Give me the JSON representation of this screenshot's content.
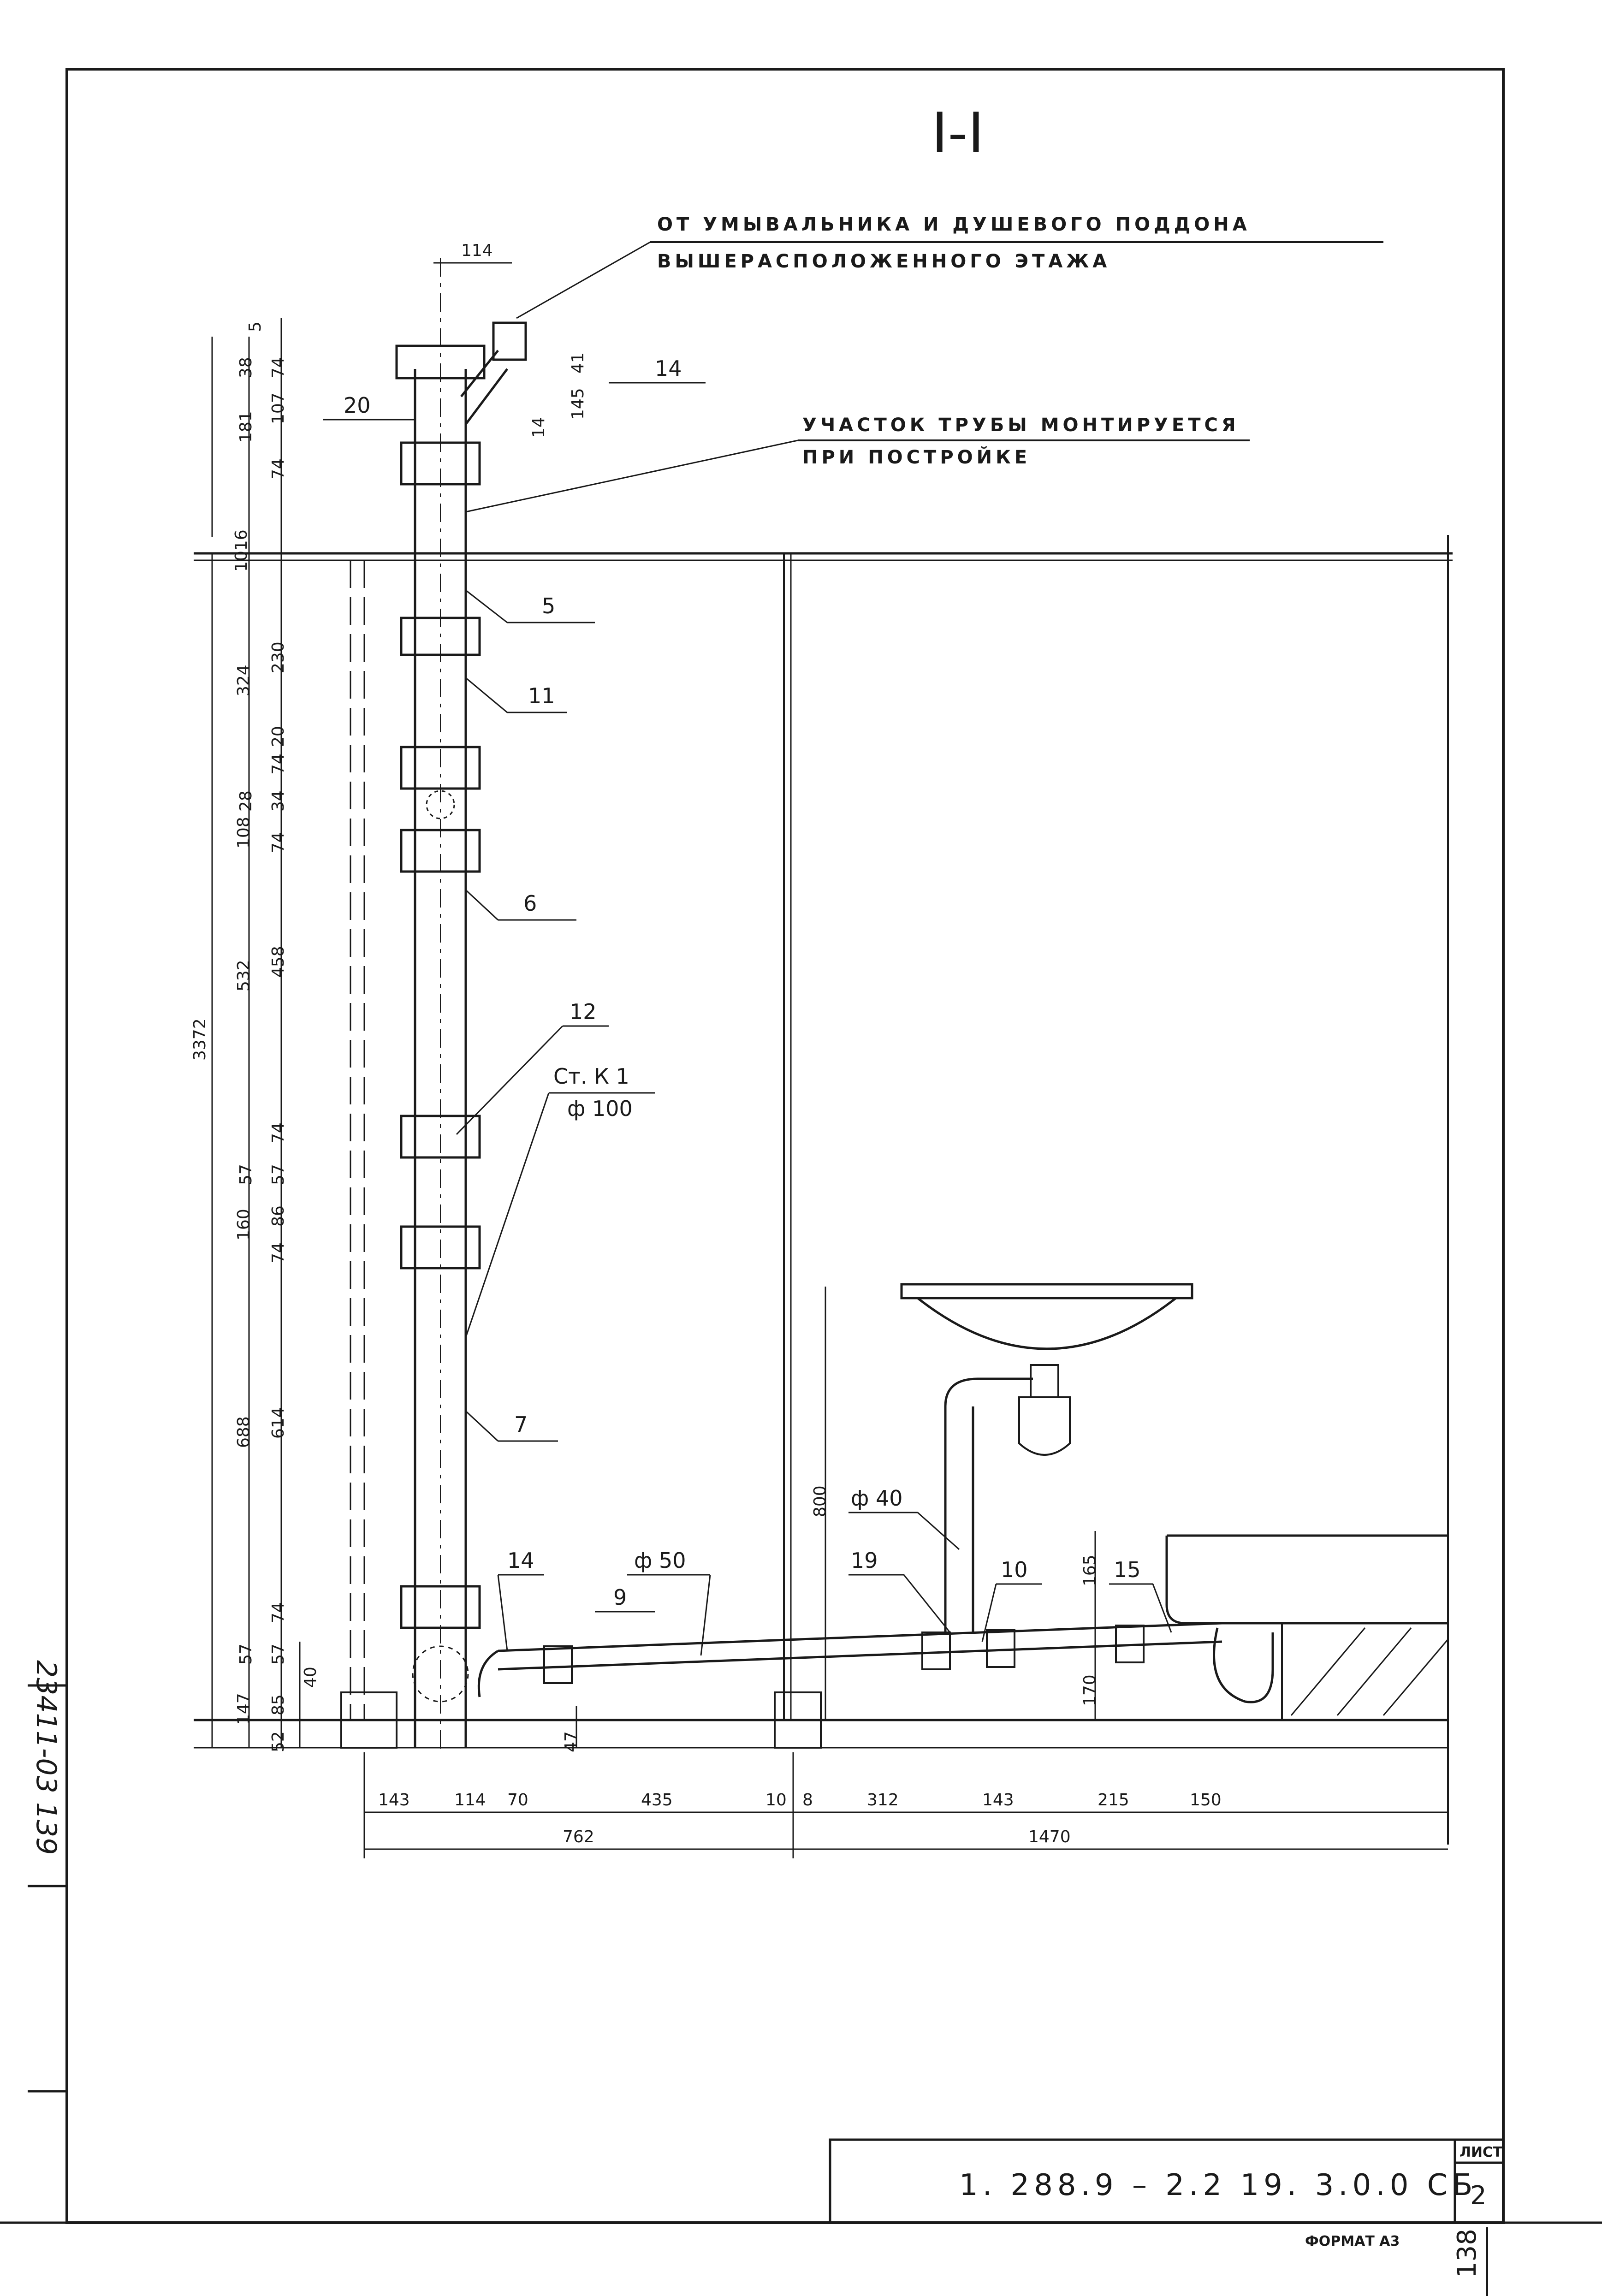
{
  "sheet": {
    "section_title": "I-I",
    "doc_code": "1. 288.9 – 2.2 19. 3.0.0 СБ",
    "sheet_label": "ЛИСТ",
    "sheet_number": "2",
    "format_label": "ФОРМАТ А3",
    "archive_number": "23411-03 139",
    "page_stamp": "138"
  },
  "notes": {
    "upper_line1": "ОТ УМЫВАЛЬНИКА И ДУШЕВОГО ПОДДОНА",
    "upper_line2": "ВЫШЕРАСПОЛОЖЕННОГО ЭТАЖА",
    "pipe_line1": "УЧАСТОК ТРУБЫ МОНТИРУЕТСЯ",
    "pipe_line2": "ПРИ ПОСТРОЙКЕ",
    "riser_label": "Ст. К 1",
    "riser_diameter": "ф 100"
  },
  "callouts": {
    "c20": "20",
    "c14a": "14",
    "c5": "5",
    "c11": "11",
    "c6": "6",
    "c12": "12",
    "c7": "7",
    "c14b": "14",
    "c9": "9",
    "c19": "19",
    "c10": "10",
    "c15": "15",
    "d50": "ф 50",
    "d40": "ф 40"
  },
  "dims": {
    "d114top": "114",
    "d5": "5",
    "d38": "38",
    "d74a": "74",
    "d107": "107",
    "d181": "181",
    "d74b": "74",
    "d41": "41",
    "d145": "145",
    "d14": "14",
    "d1016": "1016",
    "d324": "324",
    "d230": "230",
    "d20": "20",
    "d74c": "74",
    "d28": "28",
    "d34": "34",
    "d108": "108",
    "d74d": "74",
    "d532": "532",
    "d458": "458",
    "d3372": "3372",
    "d74e": "74",
    "d57a": "57",
    "d57b": "57",
    "d160": "160",
    "d86": "86",
    "d74f": "74",
    "d688": "688",
    "d614": "614",
    "d74g": "74",
    "d57c": "57",
    "d57d": "57",
    "d40": "40",
    "d147": "147",
    "d85": "85",
    "d52": "52",
    "d47": "47",
    "d800": "800",
    "d165": "165",
    "d170": "170",
    "b143a": "143",
    "b114": "114",
    "b70": "70",
    "b435": "435",
    "b10": "10",
    "b8": "8",
    "b312": "312",
    "b143b": "143",
    "b215": "215",
    "b150": "150",
    "b762": "762",
    "b1470": "1470"
  }
}
